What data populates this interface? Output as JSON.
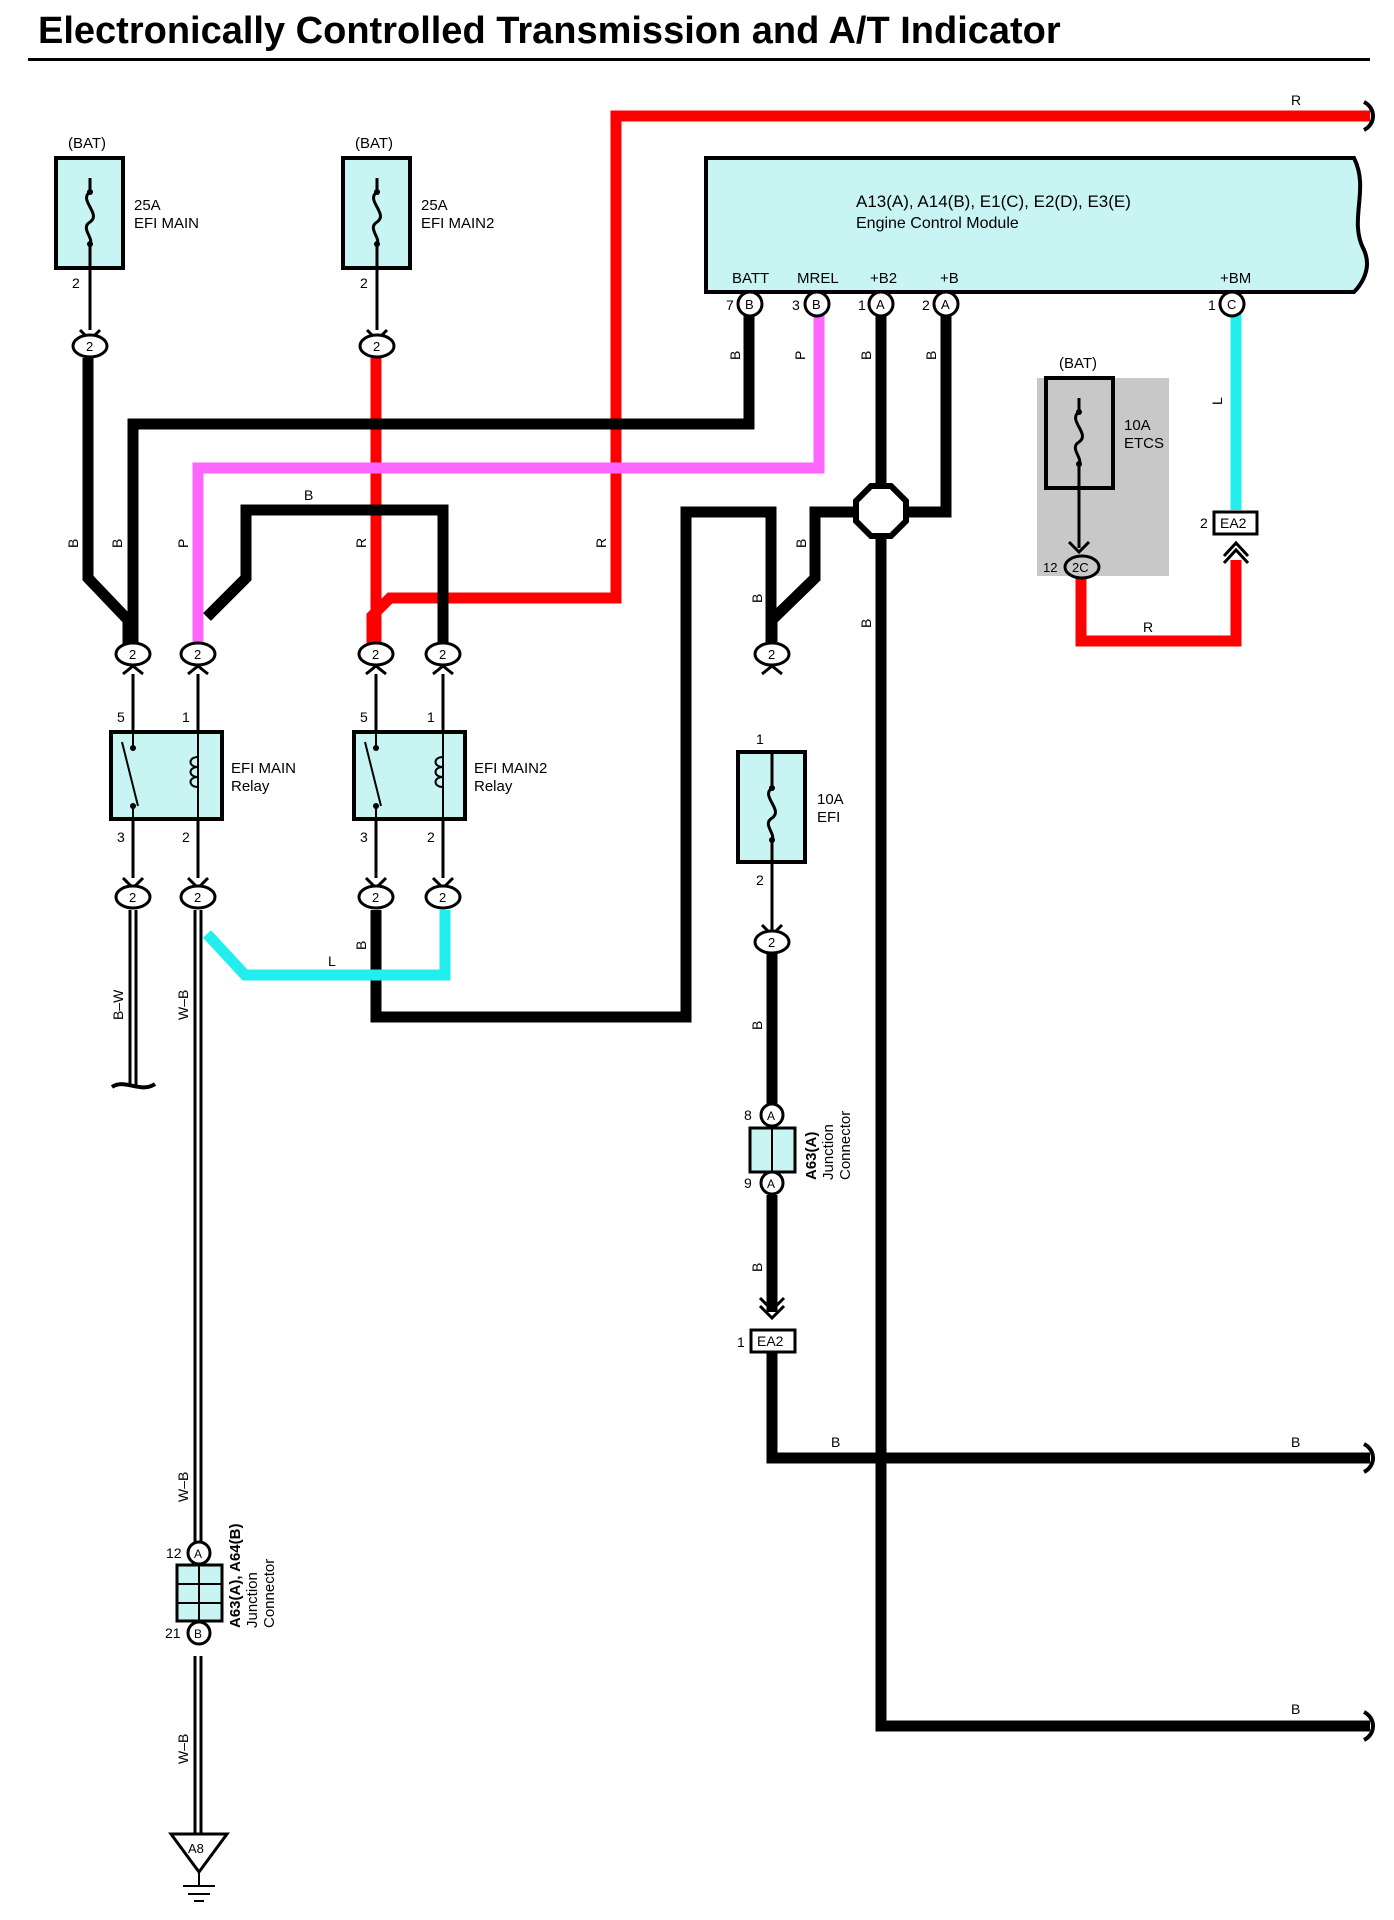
{
  "title": "Electronically Controlled Transmission and A/T Indicator",
  "colors": {
    "R": "#ff0000",
    "B": "#000000",
    "P": "#ff66ff",
    "L": "#22eeee",
    "component_fill": "#c8f4f4",
    "shaded_box": "#c8c8c8"
  },
  "ecm": {
    "codes": "A13(A), A14(B), E1(C), E2(D), E3(E)",
    "name": "Engine Control Module",
    "pins": [
      {
        "label": "BATT",
        "num": "7",
        "conn": "B"
      },
      {
        "label": "MREL",
        "num": "3",
        "conn": "B"
      },
      {
        "label": "+B2",
        "num": "1",
        "conn": "A"
      },
      {
        "label": "+B",
        "num": "2",
        "conn": "A"
      },
      {
        "label": "+BM",
        "num": "1",
        "conn": "C"
      }
    ]
  },
  "fuses": [
    {
      "source": "(BAT)",
      "rating": "25A",
      "name": "EFI MAIN",
      "pin": "2"
    },
    {
      "source": "(BAT)",
      "rating": "25A",
      "name": "EFI MAIN2",
      "pin": "2"
    },
    {
      "source": "(BAT)",
      "rating": "10A",
      "name": "ETCS"
    },
    {
      "rating": "10A",
      "name": "EFI",
      "pin_top": "1",
      "pin_bottom": "2"
    }
  ],
  "relays": [
    {
      "name": "EFI MAIN",
      "suffix": "Relay",
      "pins": [
        "5",
        "1",
        "3",
        "2"
      ]
    },
    {
      "name": "EFI MAIN2",
      "suffix": "Relay",
      "pins": [
        "5",
        "1",
        "3",
        "2"
      ]
    }
  ],
  "connector_labels": {
    "two": "2",
    "two_c": "2C",
    "a": "A",
    "b": "B",
    "c": "C",
    "ea2": "EA2",
    "a8": "A8"
  },
  "connector_pins": {
    "etcs_out": "12",
    "ea2_top": "2",
    "ea2_bottom": "1",
    "jc1_top": "8",
    "jc1_bottom": "9",
    "jc2_top": "12",
    "jc2_bottom": "21"
  },
  "junction_connectors": [
    {
      "id": "A63(A)",
      "line1": "Junction",
      "line2": "Connector"
    },
    {
      "id": "A63(A), A64(B)",
      "line1": "Junction",
      "line2": "Connector"
    }
  ],
  "wire_labels": {
    "R": "R",
    "B": "B",
    "P": "P",
    "L": "L",
    "BW": "B–W",
    "WB": "W–B"
  }
}
